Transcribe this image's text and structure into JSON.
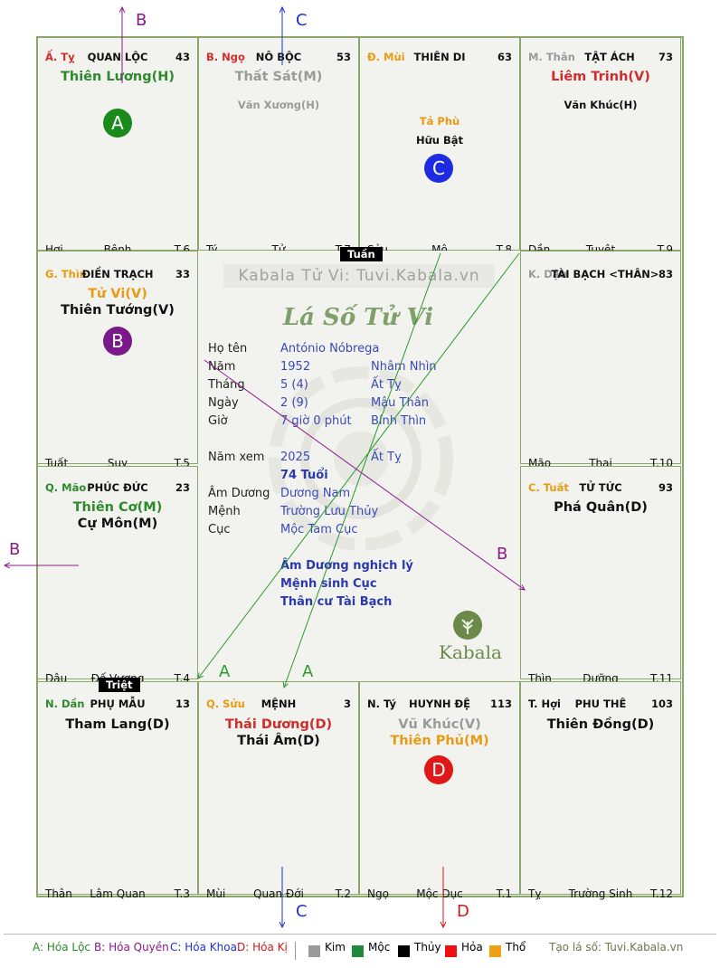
{
  "cells": [
    {
      "element": "Ấ. Tỵ",
      "element_color": "#d22b2b",
      "name": "QUAN LỘC",
      "age": "43",
      "stars": [
        {
          "text": "Thiên Lương(H)",
          "color": "#2c8a2c",
          "kind": "main"
        }
      ],
      "bottom": [
        "Hợi",
        "Bệnh",
        "T.6"
      ]
    },
    {
      "element": "B. Ngọ",
      "element_color": "#d22b2b",
      "name": "NÔ BỘC",
      "age": "53",
      "stars": [
        {
          "text": "Thất Sát(M)",
          "color": "#9a9a9a",
          "kind": "main"
        },
        {
          "text": "Văn Xương(H)",
          "color": "#9a9a9a",
          "kind": "minor"
        }
      ],
      "bottom": [
        "Tý",
        "Tử",
        "T.7"
      ]
    },
    {
      "element": "Đ. Mùi",
      "element_color": "#e89a12",
      "name": "THIÊN DI",
      "age": "63",
      "stars": [
        {
          "text": "Tả Phù",
          "color": "#e89a12",
          "kind": "minor"
        },
        {
          "text": "Hữu Bật",
          "color": "#111111",
          "kind": "minor"
        }
      ],
      "bottom": [
        "Sửu",
        "Mộ",
        "T.8"
      ]
    },
    {
      "element": "M. Thân",
      "element_color": "#9a9a9a",
      "name": "TẬT ÁCH",
      "age": "73",
      "stars": [
        {
          "text": "Liêm Trinh(V)",
          "color": "#d22b2b",
          "kind": "main"
        },
        {
          "text": "Văn Khúc(H)",
          "color": "#111111",
          "kind": "minor"
        }
      ],
      "bottom": [
        "Dần",
        "Tuyệt",
        "T.9"
      ]
    },
    {
      "element": "G. Thìn",
      "element_color": "#e89a12",
      "name": "ĐIỀN TRẠCH",
      "age": "33",
      "stars": [
        {
          "text": "Tử Vi(V)",
          "color": "#e89a12",
          "kind": "main"
        },
        {
          "text": "Thiên Tướng(V)",
          "color": "#111111",
          "kind": "main"
        }
      ],
      "bottom": [
        "Tuất",
        "Suy",
        "T.5"
      ]
    },
    {
      "element": "K. Dậu",
      "element_color": "#9a9a9a",
      "name": "TÀI BẠCH <THÂN>",
      "age": "83",
      "stars": [],
      "bottom": [
        "Mão",
        "Thai",
        "T.10"
      ]
    },
    {
      "element": "Q. Mão",
      "element_color": "#2c8a2c",
      "name": "PHÚC ĐỨC",
      "age": "23",
      "stars": [
        {
          "text": "Thiên Cơ(M)",
          "color": "#2c8a2c",
          "kind": "main"
        },
        {
          "text": "Cự Môn(M)",
          "color": "#111111",
          "kind": "main"
        }
      ],
      "bottom": [
        "Dậu",
        "Đế Vượng",
        "T.4"
      ]
    },
    {
      "element": "C. Tuất",
      "element_color": "#e89a12",
      "name": "TỬ TỨC",
      "age": "93",
      "stars": [
        {
          "text": "Phá Quân(D)",
          "color": "#111111",
          "kind": "main"
        }
      ],
      "bottom": [
        "Thìn",
        "Dưỡng",
        "T.11"
      ]
    },
    {
      "element": "N. Dần",
      "element_color": "#2c8a2c",
      "name": "PHỤ MẪU",
      "age": "13",
      "stars": [
        {
          "text": "Tham Lang(D)",
          "color": "#111111",
          "kind": "main"
        }
      ],
      "bottom": [
        "Thân",
        "Lâm Quan",
        "T.3"
      ]
    },
    {
      "element": "Q. Sửu",
      "element_color": "#e89a12",
      "name": "MỆNH",
      "age": "3",
      "stars": [
        {
          "text": "Thái Dương(D)",
          "color": "#d22b2b",
          "kind": "main"
        },
        {
          "text": "Thái Âm(D)",
          "color": "#111111",
          "kind": "main"
        }
      ],
      "bottom": [
        "Mùi",
        "Quan Đới",
        "T.2"
      ]
    },
    {
      "element": "N. Tý",
      "element_color": "#111111",
      "name": "HUYNH ĐỆ",
      "age": "113",
      "stars": [
        {
          "text": "Vũ Khúc(V)",
          "color": "#9a9a9a",
          "kind": "main"
        },
        {
          "text": "Thiên Phủ(M)",
          "color": "#e89a12",
          "kind": "main"
        }
      ],
      "bottom": [
        "Ngọ",
        "Mộc Dục",
        "T.1"
      ]
    },
    {
      "element": "T. Hợi",
      "element_color": "#111111",
      "name": "PHU THÊ",
      "age": "103",
      "stars": [
        {
          "text": "Thiên Đồng(D)",
          "color": "#111111",
          "kind": "main"
        }
      ],
      "bottom": [
        "Tỵ",
        "Trường Sinh",
        "T.12"
      ]
    }
  ],
  "markers": {
    "a": "A",
    "b": "B",
    "c": "C",
    "d": "D"
  },
  "tags": {
    "tuan": "Tuần",
    "triet": "Triệt"
  },
  "center": {
    "watermark": "Kabala Tử Vi: Tuvi.Kabala.vn",
    "title": "Lá Số Tử Vi",
    "ho_ten_label": "Họ tên",
    "ho_ten": "António Nóbrega",
    "nam_label": "Năm",
    "nam": "1952",
    "nam_can": "Nhâm Nhìn",
    "thang_label": "Tháng",
    "thang": "5  (4)",
    "thang_can": "Ất Tỵ",
    "ngay_label": "Ngày",
    "ngay": "2  (9)",
    "ngay_can": "Mậu Thân",
    "gio_label": "Giờ",
    "gio": "7 giờ 0 phút",
    "gio_can": "Bính Thìn",
    "namxem_label": "Năm xem",
    "namxem": "2025",
    "namxem_can": "Ất Tỵ",
    "tuoi": "74 Tuổi",
    "amduong_label": "Âm Dương",
    "amduong": "Dương Nam",
    "menh_label": "Mệnh",
    "menh": "Trường Lưu Thủy",
    "cuc_label": "Cục",
    "cuc": "Mộc Tam Cục",
    "note1": "Âm Dương nghịch lý",
    "note2": "Mệnh sinh Cục",
    "note3": "Thân cư Tài Bạch",
    "logo": "Kabala"
  },
  "legend": {
    "a": "A: Hóa Lộc",
    "b": "B: Hóa Quyền",
    "c": "C: Hóa Khoa",
    "d": "D: Hóa Kị",
    "kim": "Kim",
    "moc": "Mộc",
    "thuy": "Thủy",
    "hoa": "Hỏa",
    "tho": "Thổ",
    "site": "Tạo lá số: Tuvi.Kabala.vn",
    "colors": {
      "kim": "#9a9a9a",
      "moc": "#1f8a3a",
      "thuy": "#000000",
      "hoa": "#ee1111",
      "tho": "#f0a010"
    }
  }
}
